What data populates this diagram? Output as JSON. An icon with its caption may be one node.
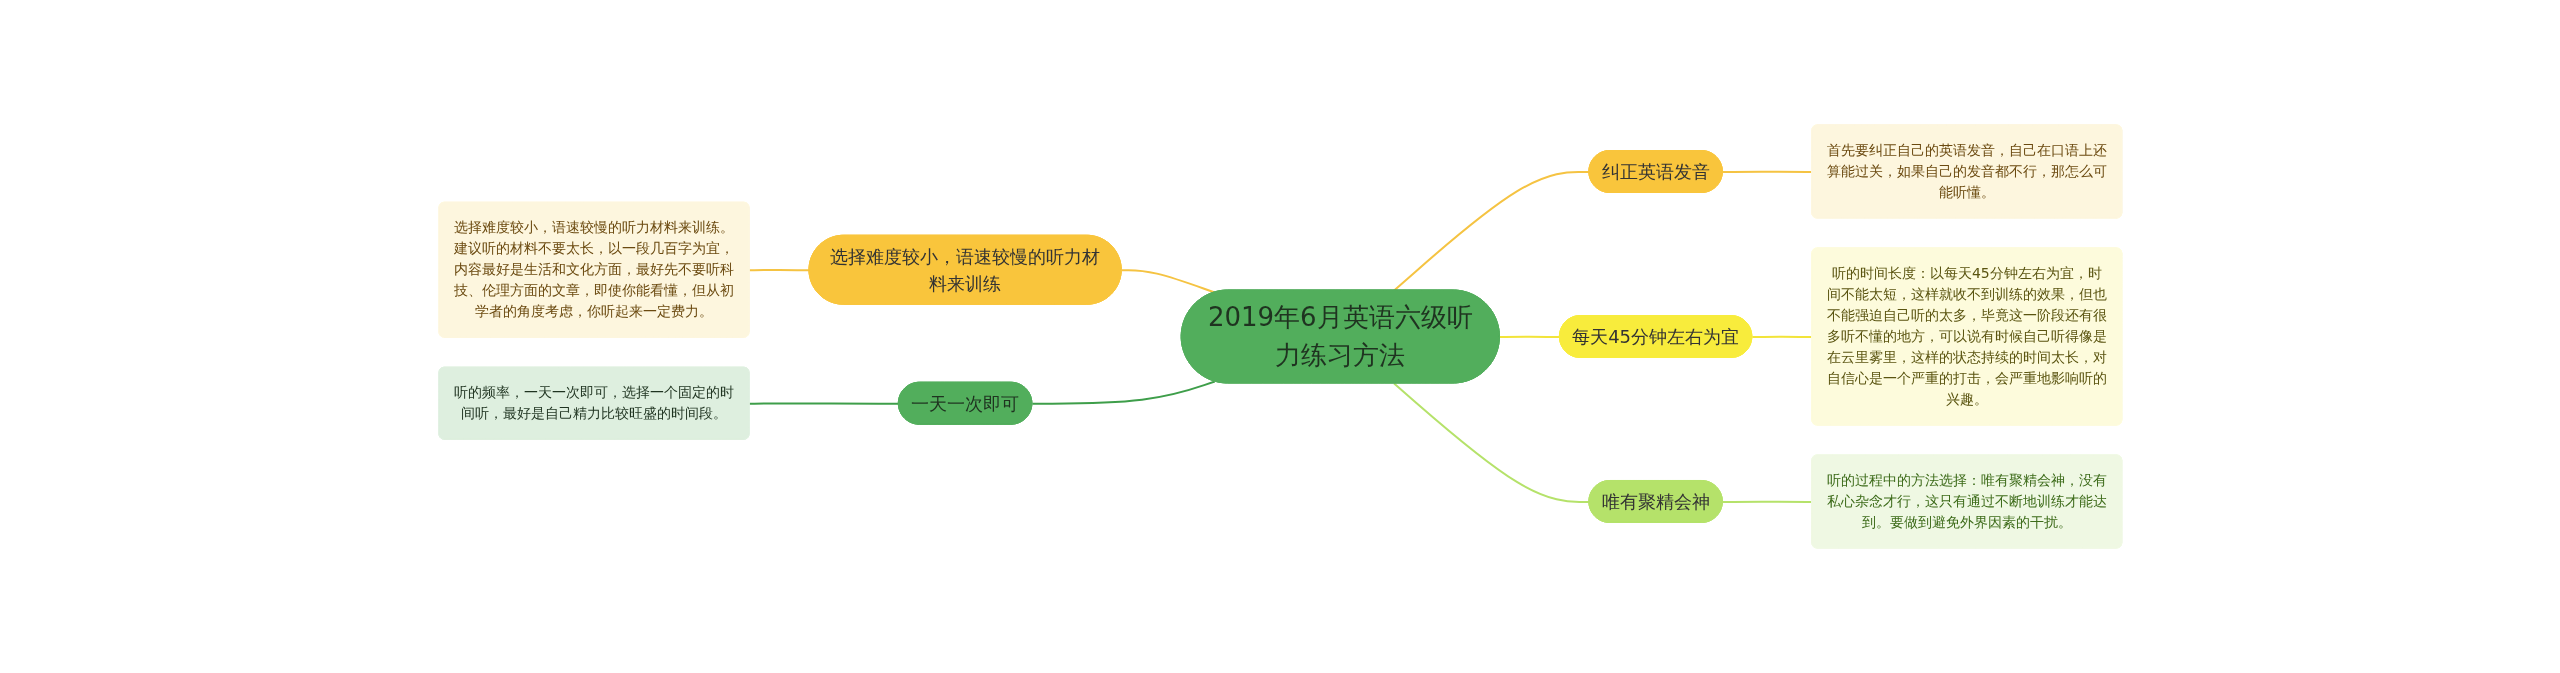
{
  "diagram": {
    "nodes": [
      {
        "text": [
          "2019年6月英语六级听力练习方法"
        ]
      },
      {
        "text": [
          "纠正英语发音"
        ]
      },
      {
        "text": [
          "首先要纠正自己的英语发音，自己在口语上还算能过关，如果自己的发音都不行，那怎么可能听懂。"
        ]
      },
      {
        "text": [
          "每天45分钟左右为宜"
        ]
      },
      {
        "text": [
          "听的时间长度：以每天45分钟左右为宜，时间不能太短，这样就收不到训练的效果，但也不能强迫自己听的太多，毕竟这一阶段还有很多听不懂的地方，可以说有时候自己听得像是在云里雾里，这样的状态持续的时间太长，对自信心是一个严重的打击，会严重地影响听的兴趣。"
        ]
      },
      {
        "text": [
          "唯有聚精会神"
        ]
      },
      {
        "text": [
          "听的过程中的方法选择：唯有聚精会神，没有私心杂念才行，这只有通过不断地训练才能达到。要做到避免外界因素的干扰。"
        ]
      },
      {
        "text": [
          "选择难度较小，语速较慢的听力材料来训练"
        ]
      },
      {
        "text": [
          "选择难度较小，语速较慢的听力材料来训练。建议听的材料不要太长，以一段几百字为宜，内容最好是生活和文化方面，最好先不要听科技、伦理方面的文章，即使你能看懂，但从初学者的角度考虑，你听起来一定费力。"
        ]
      },
      {
        "text": [
          "一天一次即可"
        ]
      },
      {
        "text": [
          "听的频率，一天一次即可，选择一个固定的时间听，最好是自己精力比较旺盛的时间段。"
        ]
      }
    ],
    "edges": [
      {
        "from": 0,
        "to": 1,
        "arrow": "none",
        "color": "#f5c342"
      },
      {
        "from": 1,
        "to": 2,
        "arrow": "none",
        "color": "#f5c342"
      },
      {
        "from": 0,
        "to": 3,
        "arrow": "none",
        "color": "#f2e43a"
      },
      {
        "from": 3,
        "to": 4,
        "arrow": "none",
        "color": "#f2e43a"
      },
      {
        "from": 0,
        "to": 5,
        "arrow": "none",
        "color": "#b5e26a"
      },
      {
        "from": 5,
        "to": 6,
        "arrow": "none",
        "color": "#b5e26a"
      },
      {
        "from": 7,
        "to": 0,
        "arrow": "none",
        "color": "#f5c342"
      },
      {
        "from": 8,
        "to": 7,
        "arrow": "none",
        "color": "#f5c342"
      },
      {
        "from": 9,
        "to": 0,
        "arrow": "none",
        "color": "#3e9e4a"
      },
      {
        "from": 10,
        "to": 9,
        "arrow": "none",
        "color": "#3e9e4a"
      }
    ]
  }
}
